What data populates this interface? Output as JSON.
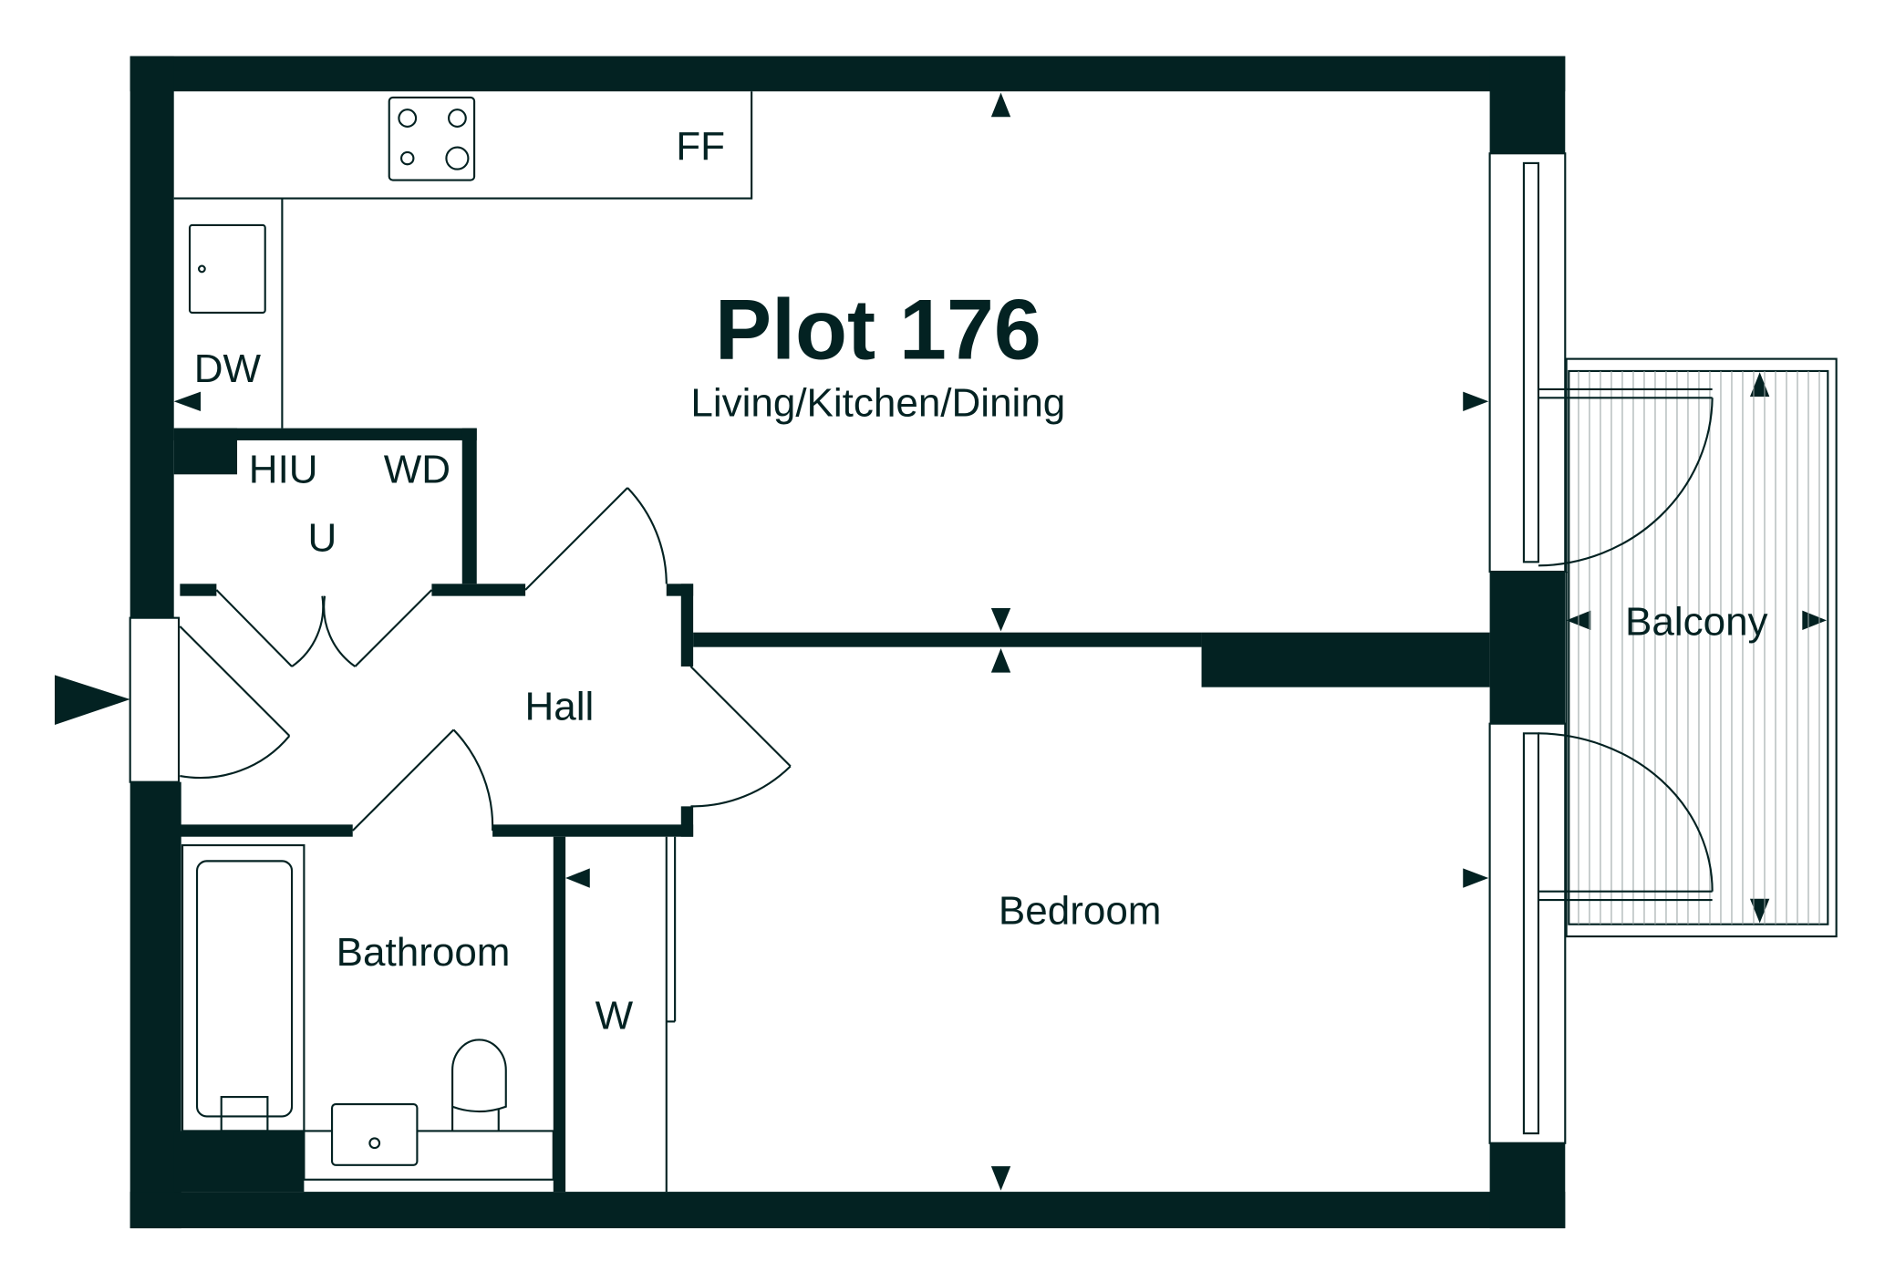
{
  "plan": {
    "title": "Plot 176",
    "wall_color": "#032222",
    "rooms": {
      "living": "Living/Kitchen/Dining",
      "hall": "Hall",
      "bathroom": "Bathroom",
      "bedroom": "Bedroom",
      "balcony": "Balcony"
    },
    "fixtures": {
      "fridge_freezer": "FF",
      "dishwasher": "DW",
      "heat_interface_unit": "HIU",
      "washer_dryer": "WD",
      "utility": "U",
      "wardrobe": "W"
    }
  }
}
